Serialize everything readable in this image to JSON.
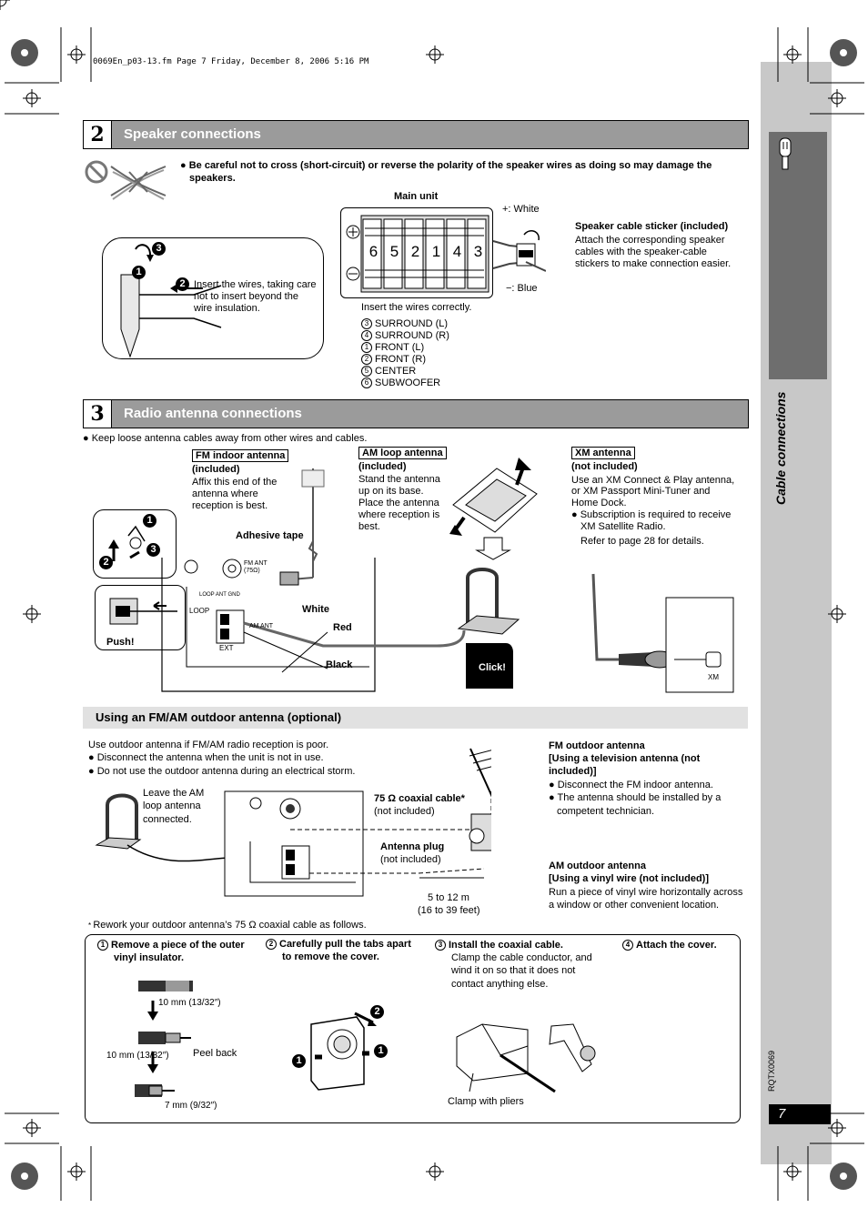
{
  "file_header": "0069En_p03-13.fm  Page 7  Friday, December 8, 2006  5:16 PM",
  "side_tab": {
    "label": "Cable connections",
    "code": "RQTX0069",
    "page": "7"
  },
  "speaker": {
    "num": "2",
    "title": "Speaker connections",
    "warning": "Be careful not to cross (short-circuit) or reverse the polarity of the speaker wires as doing so may damage the",
    "warning2": "speakers.",
    "main_unit": "Main unit",
    "plus_white": "+: White",
    "minus_blue": "−: Blue",
    "insert_note": "Insert the wires, taking care",
    "insert_note2": "not to insert beyond the",
    "insert_note3": "wire insulation.",
    "insert_correctly": "Insert the wires correctly.",
    "sticker_title": "Speaker cable sticker (included)",
    "sticker_1": "Attach the corresponding speaker",
    "sticker_2": "cables with the speaker-cable",
    "sticker_3": "stickers to make connection easier.",
    "terminals": [
      "6",
      "5",
      "2",
      "1",
      "4",
      "3"
    ],
    "channels": [
      {
        "n": "3",
        "label": "SURROUND (L)"
      },
      {
        "n": "4",
        "label": "SURROUND (R)"
      },
      {
        "n": "1",
        "label": "FRONT (L)"
      },
      {
        "n": "2",
        "label": "FRONT (R)"
      },
      {
        "n": "5",
        "label": "CENTER"
      },
      {
        "n": "6",
        "label": "SUBWOOFER"
      }
    ]
  },
  "radio": {
    "num": "3",
    "title": "Radio antenna connections",
    "keep_loose": "Keep loose antenna cables away from other wires and cables.",
    "fm_indoor": "FM indoor antenna",
    "fm_included": "(included)",
    "fm_1": "Affix this end of the",
    "fm_2": "antenna where",
    "fm_3": "reception is best.",
    "adhesive": "Adhesive tape",
    "am_loop": "AM loop antenna",
    "am_included": "(included)",
    "am_1": "Stand the antenna",
    "am_2": "up on its base.",
    "am_3": "Place the antenna",
    "am_4": "where reception is",
    "am_5": "best.",
    "xm": "XM antenna",
    "xm_not": "(not included)",
    "xm_1": "Use an XM Connect & Play antenna,",
    "xm_2": "or XM Passport Mini-Tuner and",
    "xm_3": "Home Dock.",
    "xm_4": "Subscription is required to receive",
    "xm_5": "XM Satellite Radio.",
    "xm_6": "Refer to page 28 for details.",
    "white": "White",
    "red": "Red",
    "black": "Black",
    "push": "Push!",
    "click": "Click!",
    "fm_ant": "FM ANT",
    "ohm": "(75Ω)",
    "loop_gnd": "LOOP ANT GND",
    "loop": "LOOP",
    "am_ant": "AM ANT",
    "ext": "EXT",
    "xm_port": "XM"
  },
  "outdoor": {
    "title": "Using an FM/AM outdoor antenna (optional)",
    "intro": "Use outdoor antenna if FM/AM radio reception is poor.",
    "b1": "Disconnect the antenna when the unit is not in use.",
    "b2": "Do not use the outdoor antenna during an electrical storm.",
    "leave_1": "Leave the AM",
    "leave_2": "loop antenna",
    "leave_3": "connected.",
    "coax": "75 Ω coaxial cable*",
    "coax_not": "(not included)",
    "plug": "Antenna plug",
    "plug_not": "(not included)",
    "fm_out": "FM outdoor antenna",
    "fm_out_2": "[Using a television antenna (not",
    "fm_out_3": "included)]",
    "fm_out_b1": "Disconnect the FM indoor antenna.",
    "fm_out_b2": "The antenna should be installed by a",
    "fm_out_b3": "competent technician.",
    "am_out": "AM outdoor antenna",
    "am_out_2": "[Using a vinyl wire (not included)]",
    "am_out_3": "Run a piece of vinyl wire horizontally across",
    "am_out_4": "a window or other convenient location.",
    "dist_1": "5 to 12 m",
    "dist_2": "(16 to 39 feet)",
    "footnote": "Rework your outdoor antenna’s 75 Ω coaxial cable as follows."
  },
  "steps": [
    {
      "n": "1",
      "title": "Remove a piece of the outer",
      "title2": "vinyl insulator."
    },
    {
      "n": "2",
      "title": "Carefully pull the tabs apart",
      "title2": "to remove the cover."
    },
    {
      "n": "3",
      "title": "Install the coaxial cable.",
      "body1": "Clamp the cable conductor, and",
      "body2": "wind it on so that it does not",
      "body3": "contact anything else."
    },
    {
      "n": "4",
      "title": "Attach the cover."
    }
  ],
  "step_labels": {
    "mm10a": "10 mm (13/32″)",
    "mm10b": "10 mm (13/32″)",
    "mm7": "7 mm (9/32″)",
    "peel": "Peel back",
    "clamp": "Clamp with pliers"
  }
}
